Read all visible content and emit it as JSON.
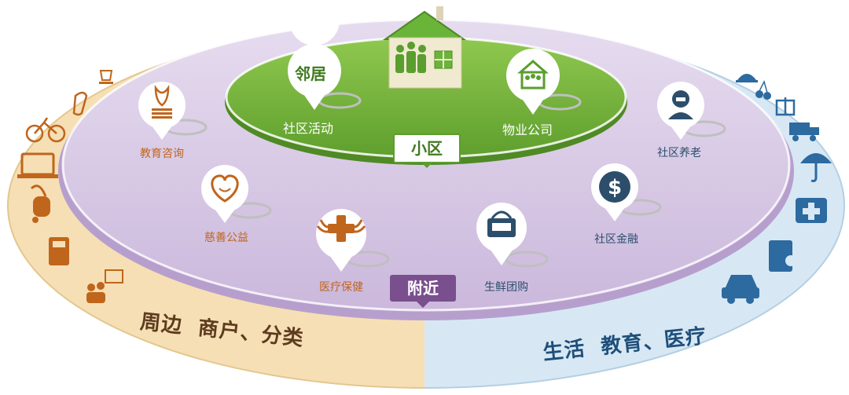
{
  "diagram": {
    "inner": {
      "tag": "小区",
      "center_icon": "house-with-family-icon",
      "pins": [
        {
          "label": "邻居",
          "icon": "neighbor-text-icon"
        },
        {
          "label": "物业公司",
          "icon": "house-people-icon"
        }
      ],
      "activity_label": "社区活动"
    },
    "middle": {
      "tag": "附近",
      "pins": [
        {
          "label": "教育咨询",
          "icon": "book-lamp-icon"
        },
        {
          "label": "慈善公益",
          "icon": "heart-smile-icon"
        },
        {
          "label": "医疗保健",
          "icon": "winged-cross-icon"
        },
        {
          "label": "生鲜团购",
          "icon": "shopping-basket-icon"
        },
        {
          "label": "社区金融",
          "icon": "dollar-icon"
        },
        {
          "label": "社区养老",
          "icon": "elderly-person-icon"
        }
      ]
    },
    "outer_left": {
      "title": "周边  商户、分类",
      "icons": [
        "cup-icon",
        "phone-icon",
        "bicycle-icon",
        "laptop-icon",
        "vacuum-icon",
        "pos-terminal-icon",
        "presentation-icon"
      ]
    },
    "outer_right": {
      "title": "生活  教育、医疗",
      "icons": [
        "cloche-icon",
        "cherries-icon",
        "gift-icon",
        "truck-icon",
        "umbrella-icon",
        "medical-kit-icon",
        "book-person-icon",
        "taxi-icon"
      ]
    },
    "colors": {
      "left_band": "#f6dfb5",
      "right_band": "#d7e8f4",
      "middle_ring": "#dccfe6",
      "inner_green": "#7cb53f",
      "tag_green": "#5a9e2f",
      "tag_purple": "#7a4f8e",
      "label_orange": "#c0651c",
      "label_purple": "#5d3c73",
      "icon_gray": "#7b7b7b",
      "icon_blue": "#2c6aa0"
    }
  }
}
